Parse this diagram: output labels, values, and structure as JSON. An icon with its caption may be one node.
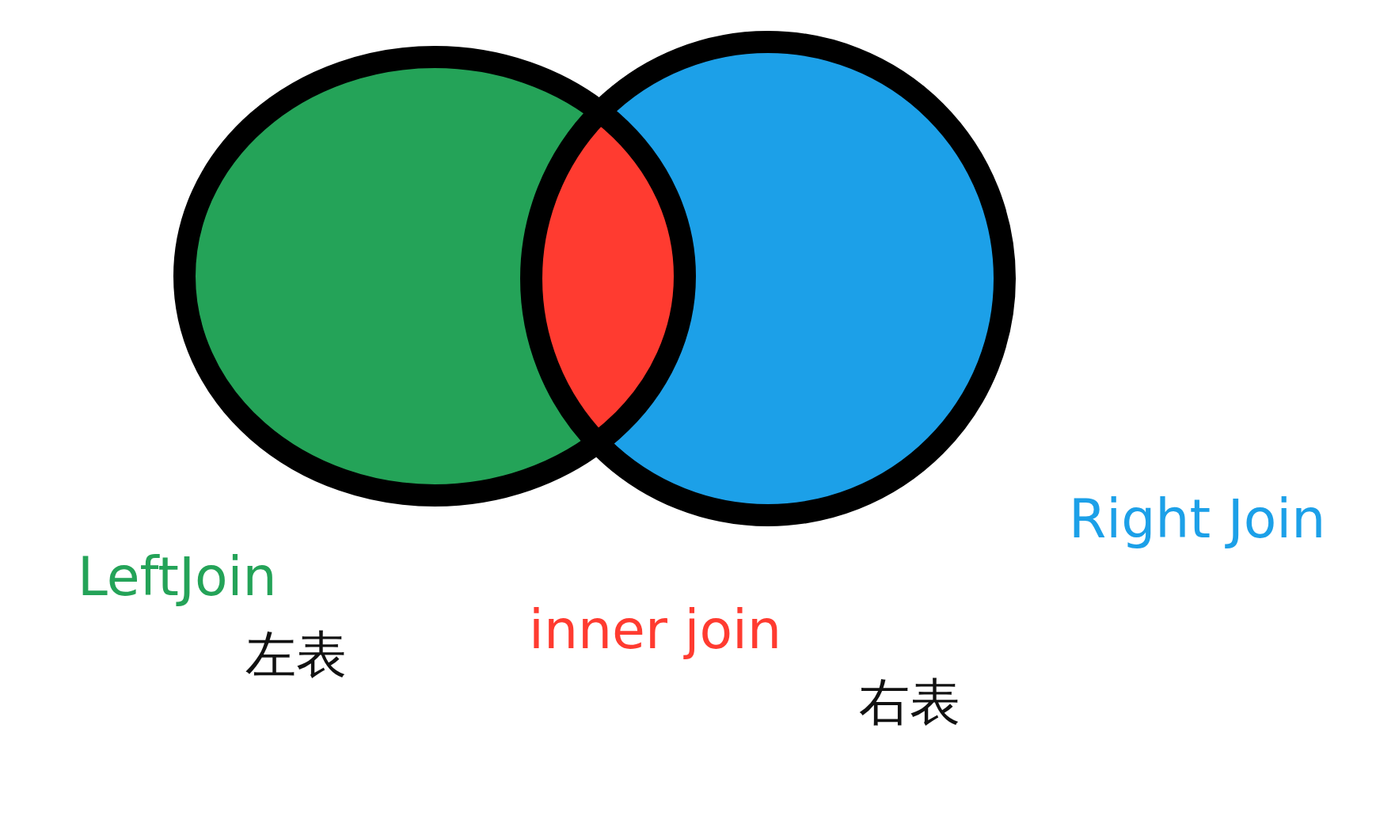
{
  "diagram": {
    "labels": [
      "LeftJoin",
      "左表",
      "inner join",
      "Right Join",
      "右表"
    ]
  }
}
